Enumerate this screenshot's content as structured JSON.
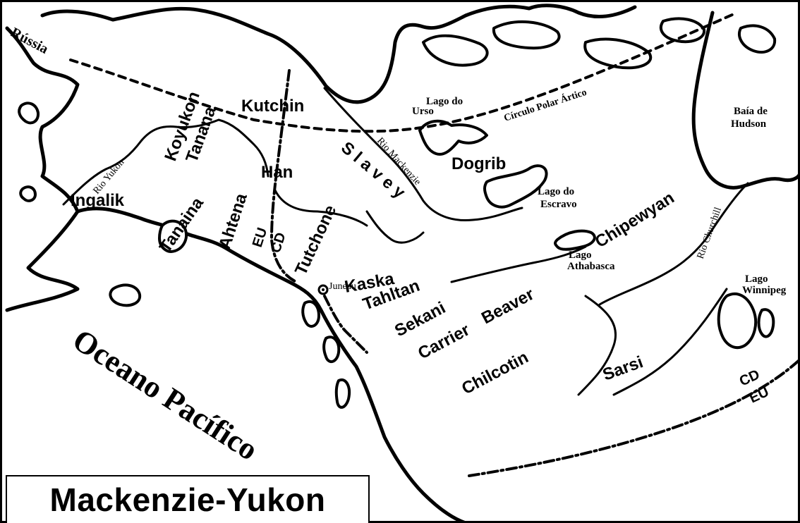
{
  "title": "Mackenzie-Yukon",
  "peoples": {
    "koyukon": "Koyukon",
    "tanana": "Tanana",
    "kutchin": "Kutchin",
    "han": "Han",
    "ingalik": "Ingalik",
    "tanaina": "Tanaina",
    "ahtena": "Ahtena",
    "tutchone": "Tutchone",
    "slavey": "S l a v e y",
    "dogrib": "Dogrib",
    "chipewyan": "Chipewyan",
    "kaska": "Kaska",
    "tahltan": "Tahltan",
    "sekani": "Sekani",
    "carrier": "Carrier",
    "beaver": "Beaver",
    "chilcotin": "Chilcotin",
    "sarsi": "Sarsi"
  },
  "places": {
    "russia": "Rússia",
    "lago_urso_1": "Lago do",
    "lago_urso_2": "Urso",
    "circulo": "Círculo Polar Ártico",
    "baia_1": "Baía de",
    "baia_2": "Hudson",
    "rio_yukon": "Rio Yukon",
    "rio_mackenzie": "Rio Mackenzie",
    "lago_escravo_1": "Lago do",
    "lago_escravo_2": "Escravo",
    "lago_athabasca_1": "Lago",
    "lago_athabasca_2": "Athabasca",
    "rio_churchill": "Rio Churchill",
    "lago_winnipeg_1": "Lago",
    "lago_winnipeg_2": "Winnipeg",
    "juneau": "Juneau",
    "ocean": "Oceano Pacífico"
  },
  "borders": {
    "eu": "EU",
    "cd": "CD"
  },
  "colors": {
    "ink": "#000000",
    "paper": "#ffffff"
  }
}
